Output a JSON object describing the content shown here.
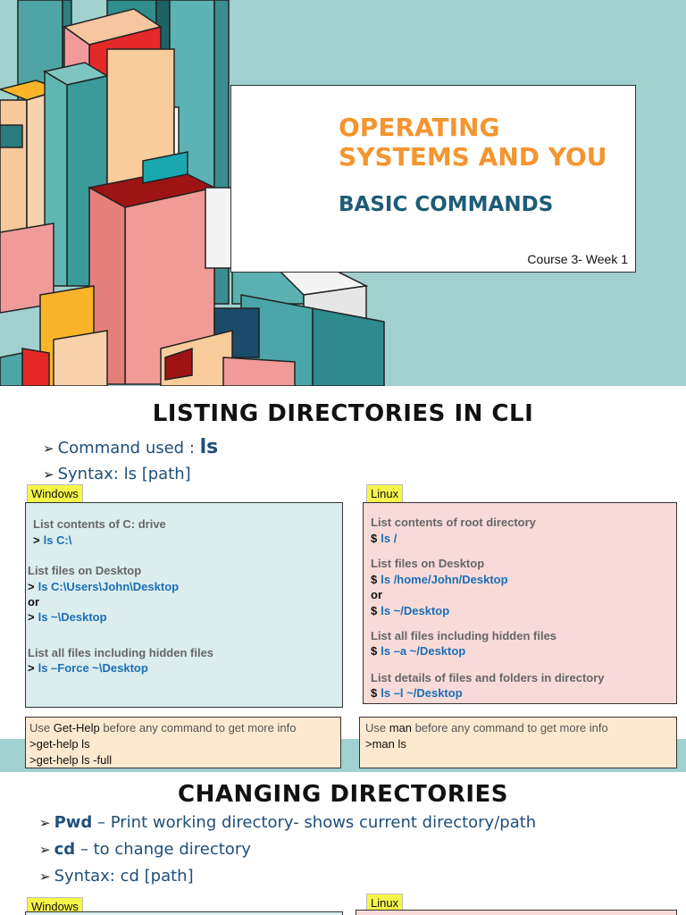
{
  "slide1": {
    "title": "OPERATING SYSTEMS AND YOU",
    "subtitle": "BASIC COMMANDS",
    "course": "Course 3- Week 1",
    "colors": {
      "background": "#a0d1cf",
      "title": "#f4952f",
      "subtitle": "#1d5c77"
    }
  },
  "slide2": {
    "title": "LISTING DIRECTORIES IN CLI",
    "bullet1_text": "Command used : ",
    "bullet1_cmd": "ls",
    "bullet2": "Syntax: ls [path]",
    "windows_tag": "Windows",
    "linux_tag": "Linux",
    "windows": {
      "c1": "List contents of C: drive",
      "cmd1": "ls C:\\",
      "c2": "List files on Desktop",
      "cmd2": "ls C:\\Users\\John\\Desktop",
      "or": "or",
      "cmd3": "ls ~\\Desktop",
      "c3": "List all files including hidden files",
      "cmd4": "ls –Force ~\\Desktop",
      "prompt": ">"
    },
    "linux": {
      "c1": "List contents of root directory",
      "cmd1": "ls /",
      "c2": "List files on Desktop",
      "cmd2": "ls /home/John/Desktop",
      "or": "or",
      "cmd3": "ls ~/Desktop",
      "c3": "List all files including hidden files",
      "cmd4": "ls –a ~/Desktop",
      "c4": "List details of files and folders in directory",
      "cmd5": "ls –l ~/Desktop",
      "prompt": "$"
    },
    "win_note": {
      "pre": "Use ",
      "kw": "Get-Help",
      "post": " before any command to get more info",
      "l1": ">get-help ls",
      "l2": ">get-help ls -full"
    },
    "lin_note": {
      "pre": "Use ",
      "kw": "man",
      "post": " before any command to get more info",
      "l1": ">man ls"
    }
  },
  "slide3": {
    "title": "CHANGING DIRECTORIES",
    "b1_kw": "Pwd",
    "b1_text": " – Print working directory- shows current directory/path",
    "b2_kw": "cd",
    "b2_text": " – to change directory",
    "b3": "Syntax: cd [path]",
    "windows_tag": "Windows",
    "linux_tag": "Linux"
  }
}
